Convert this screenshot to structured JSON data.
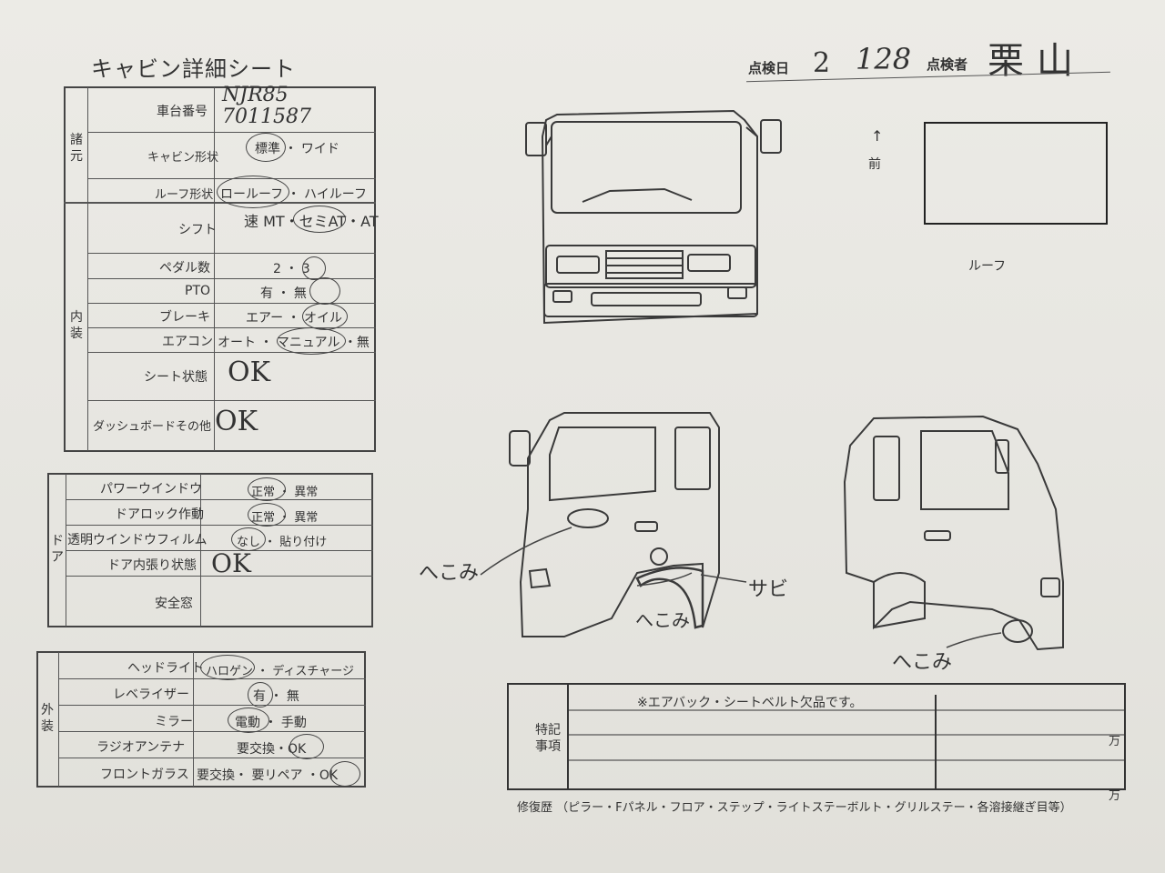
{
  "header": {
    "title": "キャビン詳細シート",
    "inspection_date_label": "点検日",
    "inspection_month": "2",
    "inspection_day": "128",
    "inspector_label": "点検者",
    "inspector_name": "栗山"
  },
  "specs": {
    "group_label": "諸元",
    "chassis_label": "車台番号",
    "chassis_value_1": "NJR85",
    "chassis_value_2": "7011587",
    "cab_shape_label": "キャビン形状",
    "cab_shape_options": "標準 ・ ワイド",
    "roof_shape_label": "ルーフ形状",
    "roof_shape_options": "ロールーフ ・ ハイルーフ"
  },
  "interior": {
    "group_label": "内装",
    "shift_label": "シフト",
    "shift_options": "速 MT・セミAT・AT",
    "pedal_label": "ペダル数",
    "pedal_options": "2 ・ 3",
    "pto_label": "PTO",
    "pto_options": "有 ・ 無",
    "brake_label": "ブレーキ",
    "brake_options": "エアー ・ オイル",
    "aircon_label": "エアコン",
    "aircon_options": "オート ・ マニュアル ・無",
    "seat_label": "シート状態",
    "seat_value": "OK",
    "dash_label": "ダッシュボードその他",
    "dash_value": "OK"
  },
  "door": {
    "group_label": "ドア",
    "power_window_label": "パワーウインドウ",
    "power_window_options": "正常 ・ 異常",
    "door_lock_label": "ドアロック作動",
    "door_lock_options": "正常 ・ 異常",
    "film_label": "透明ウインドウフィルム",
    "film_options": "なし ・ 貼り付け",
    "trim_label": "ドア内張り状態",
    "trim_value": "OK",
    "safety_window_label": "安全窓"
  },
  "exterior": {
    "group_label": "外装",
    "headlight_label": "ヘッドライト",
    "headlight_options": "ハロゲン ・ ディスチャージ",
    "leveler_label": "レベライザー",
    "leveler_options": "有 ・ 無",
    "mirror_label": "ミラー",
    "mirror_options": "電動 ・ 手動",
    "antenna_label": "ラジオアンテナ",
    "antenna_options": "要交換・OK",
    "windshield_label": "フロントガラス",
    "windshield_options": "要交換・ 要リペア ・OK"
  },
  "diagram": {
    "front_arrow": "↑",
    "front_label": "前",
    "roof_label": "ルーフ",
    "dent_note": "へこみ",
    "rust_note": "サビ"
  },
  "remarks": {
    "label_1": "特記",
    "label_2": "事項",
    "note": "※エアバック・シートベルト欠品です。",
    "yen_1": "万",
    "yen_2": "万",
    "repair_history": "修復歴 （ピラー・Fパネル・フロア・ステップ・ライトステーボルト・グリルステー・各溶接継ぎ目等）"
  }
}
